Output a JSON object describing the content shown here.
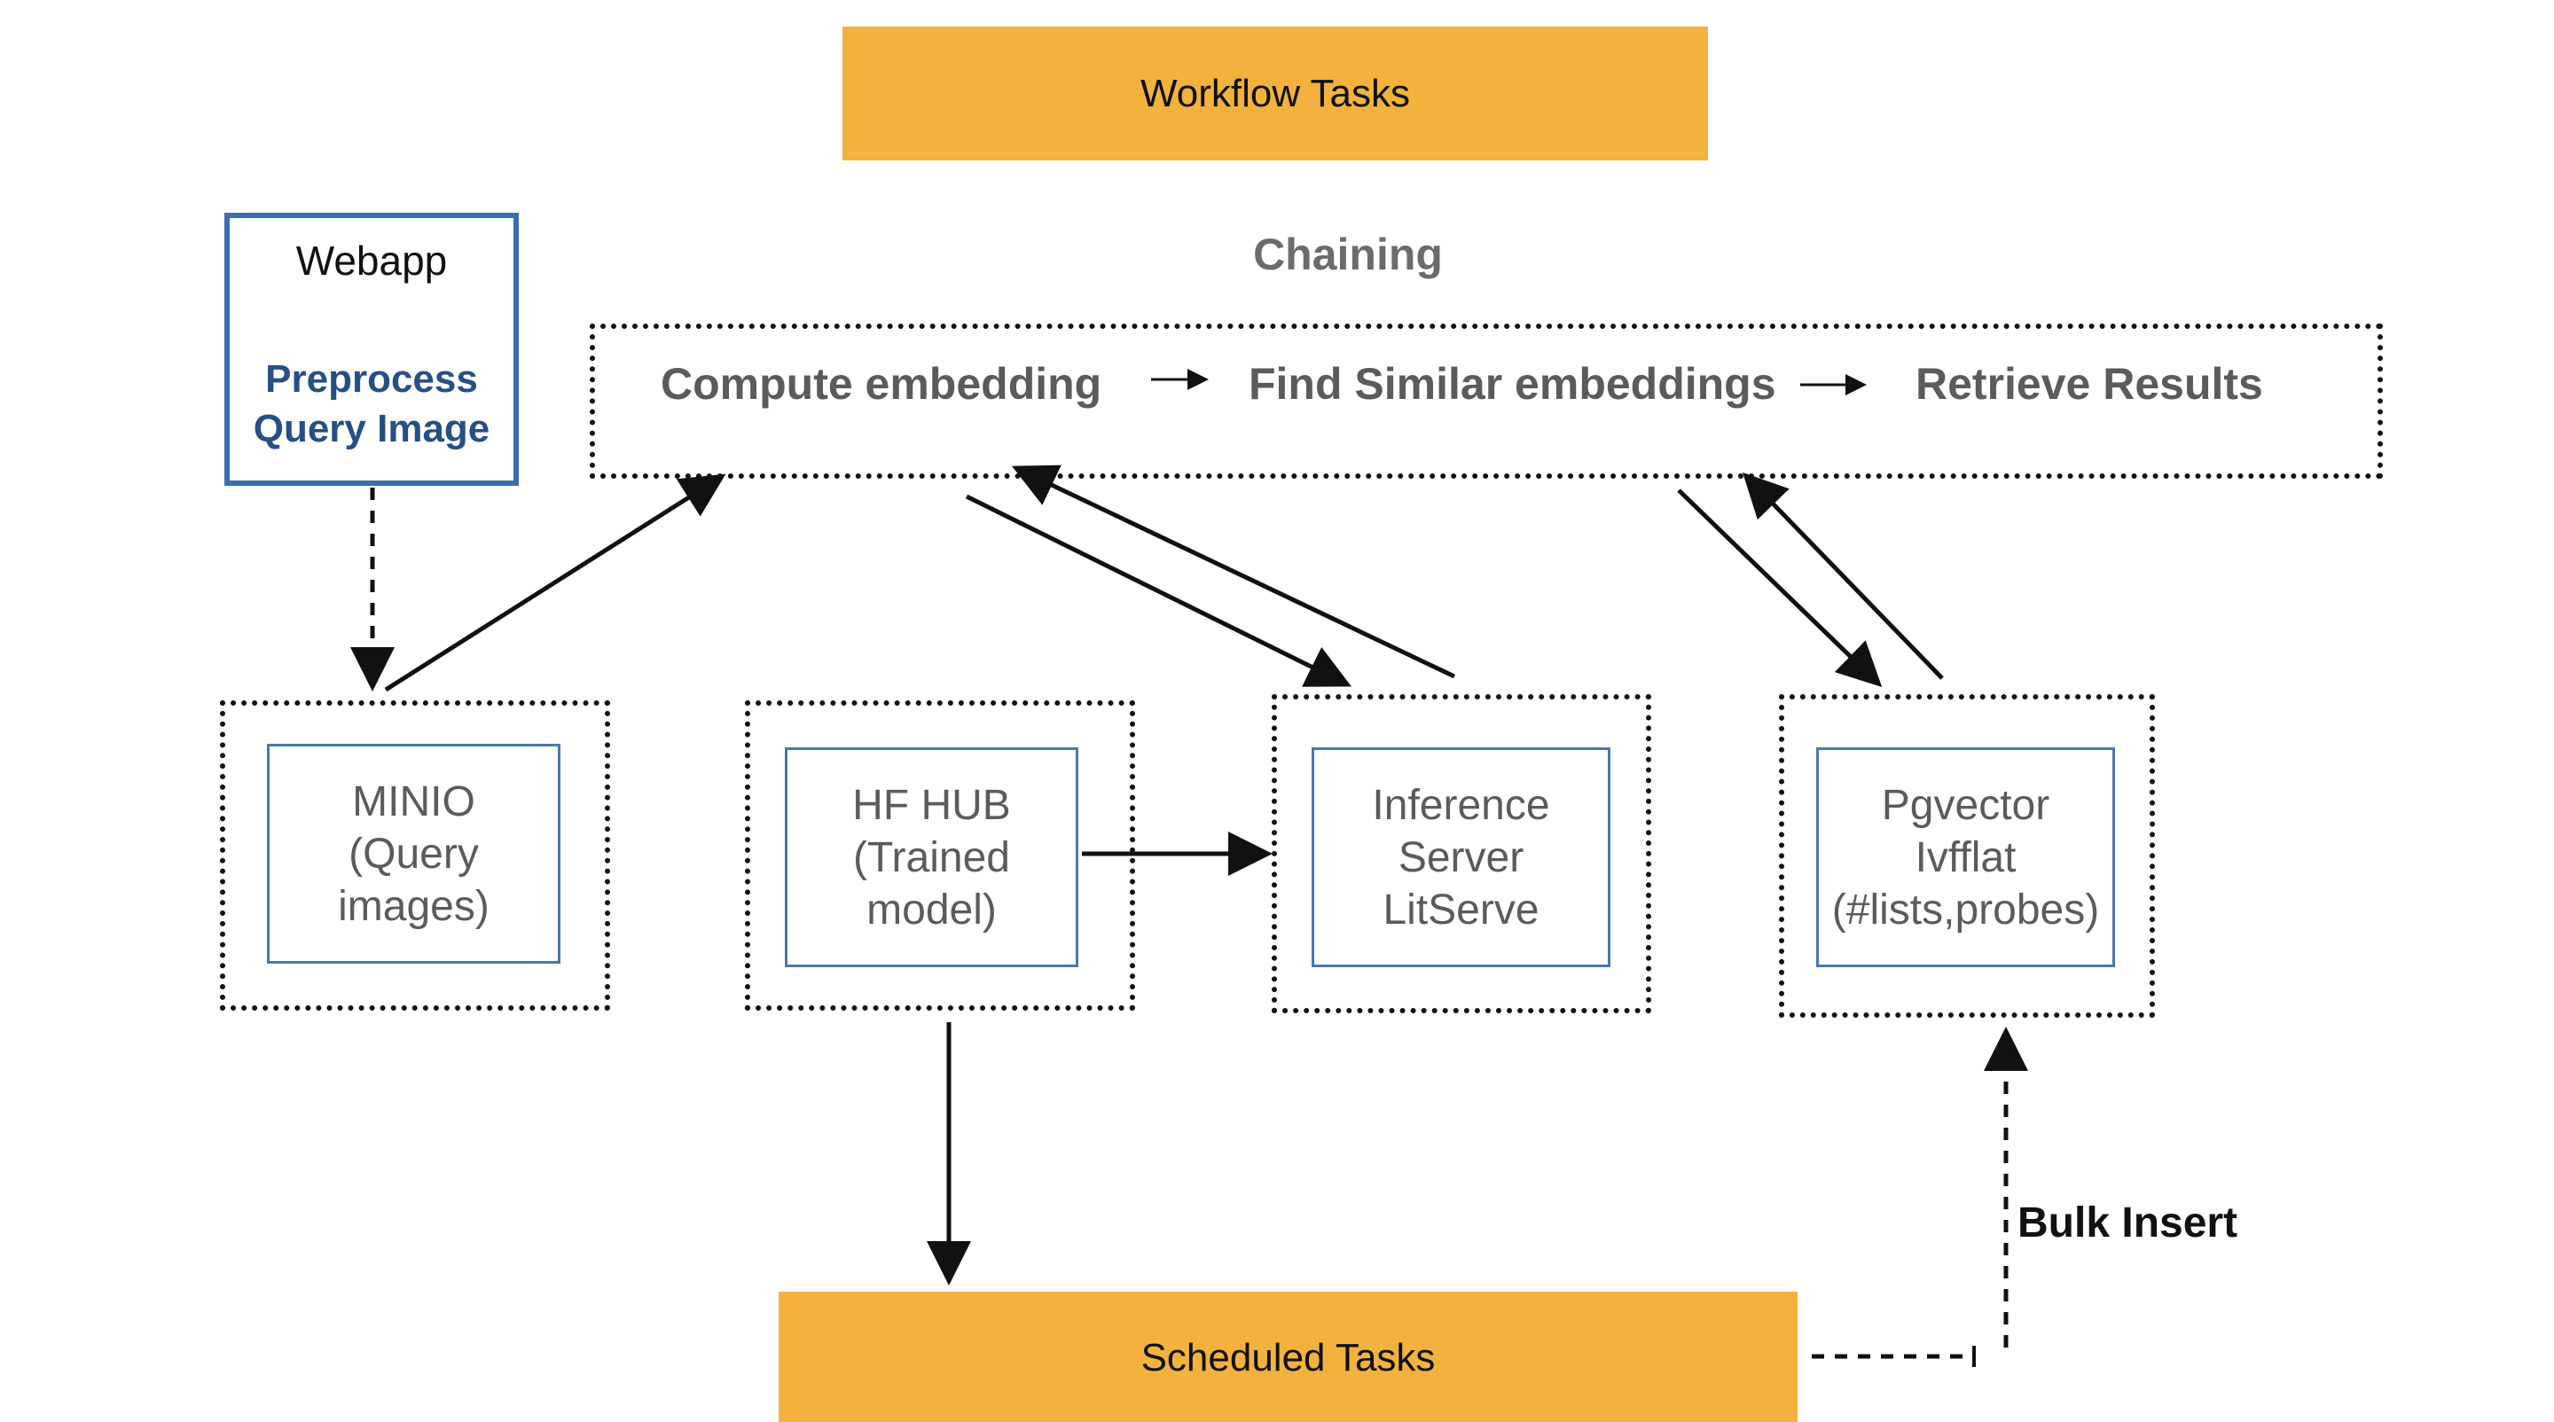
{
  "workflow_tasks": {
    "label": "Workflow Tasks",
    "color": "#f2b23d"
  },
  "webapp": {
    "title": "Webapp",
    "subtitle_line1": "Preprocess",
    "subtitle_line2": "Query Image",
    "border_color": "#3a6faf",
    "subtitle_color": "#264f85"
  },
  "chaining": {
    "label": "Chaining",
    "steps": [
      "Compute embedding",
      "Find Similar embeddings",
      "Retrieve Results"
    ]
  },
  "components": {
    "minio": [
      "MINIO",
      "(Query",
      "images)"
    ],
    "hf_hub": [
      "HF HUB",
      "(Trained",
      "model)"
    ],
    "inference": [
      "Inference",
      "Server",
      "LitServe"
    ],
    "pgvector": [
      "Pgvector",
      "Ivfflat",
      "(#lists,probes)"
    ]
  },
  "scheduled_tasks": {
    "label": "Scheduled Tasks",
    "color": "#f2b23d"
  },
  "bulk_insert": {
    "label": "Bulk Insert"
  }
}
